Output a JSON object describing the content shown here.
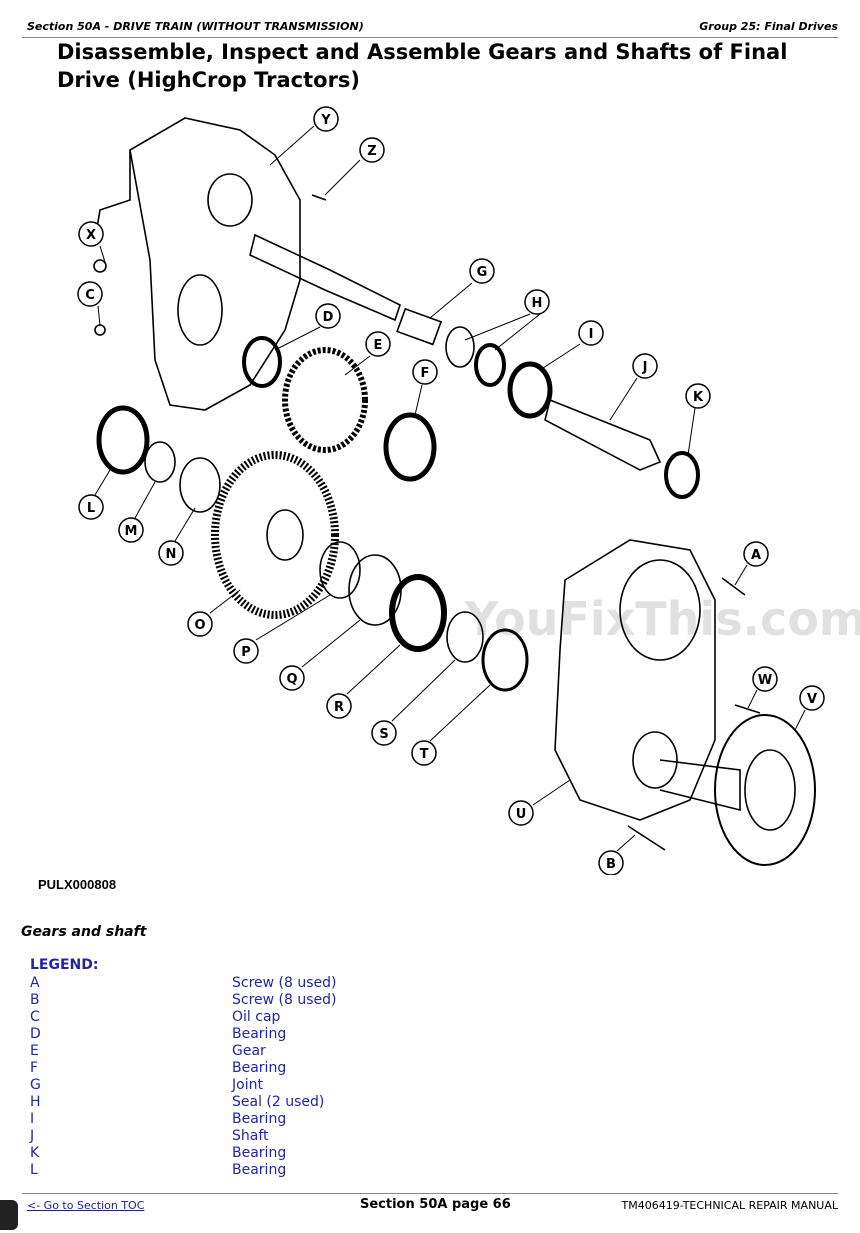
{
  "header": {
    "section": "Section 50A - DRIVE TRAIN (WITHOUT TRANSMISSION)",
    "group": "Group 25: Final Drives"
  },
  "title": "Disassemble, Inspect and Assemble Gears and Shafts of Final Drive (HighCrop Tractors)",
  "diagram": {
    "callouts": [
      "Y",
      "Z",
      "X",
      "C",
      "D",
      "E",
      "G",
      "H",
      "I",
      "J",
      "K",
      "F",
      "L",
      "M",
      "N",
      "O",
      "P",
      "Q",
      "R",
      "S",
      "T",
      "U",
      "B",
      "A",
      "W",
      "V"
    ],
    "watermark": "YouFixThis.com"
  },
  "figure_code": "PULX000808",
  "caption": "Gears and shaft",
  "legend": {
    "title": "LEGEND:",
    "items": [
      {
        "key": "A",
        "desc": "Screw (8 used)"
      },
      {
        "key": "B",
        "desc": "Screw (8 used)"
      },
      {
        "key": "C",
        "desc": "Oil cap"
      },
      {
        "key": "D",
        "desc": "Bearing"
      },
      {
        "key": "E",
        "desc": "Gear"
      },
      {
        "key": "F",
        "desc": "Bearing"
      },
      {
        "key": "G",
        "desc": "Joint"
      },
      {
        "key": "H",
        "desc": "Seal (2 used)"
      },
      {
        "key": "I",
        "desc": "Bearing"
      },
      {
        "key": "J",
        "desc": "Shaft"
      },
      {
        "key": "K",
        "desc": "Bearing"
      },
      {
        "key": "L",
        "desc": "Bearing"
      }
    ]
  },
  "footer": {
    "toc_link": "<- Go to Section TOC",
    "page": "Section 50A page 66",
    "manual": "TM406419-TECHNICAL REPAIR MANUAL"
  }
}
